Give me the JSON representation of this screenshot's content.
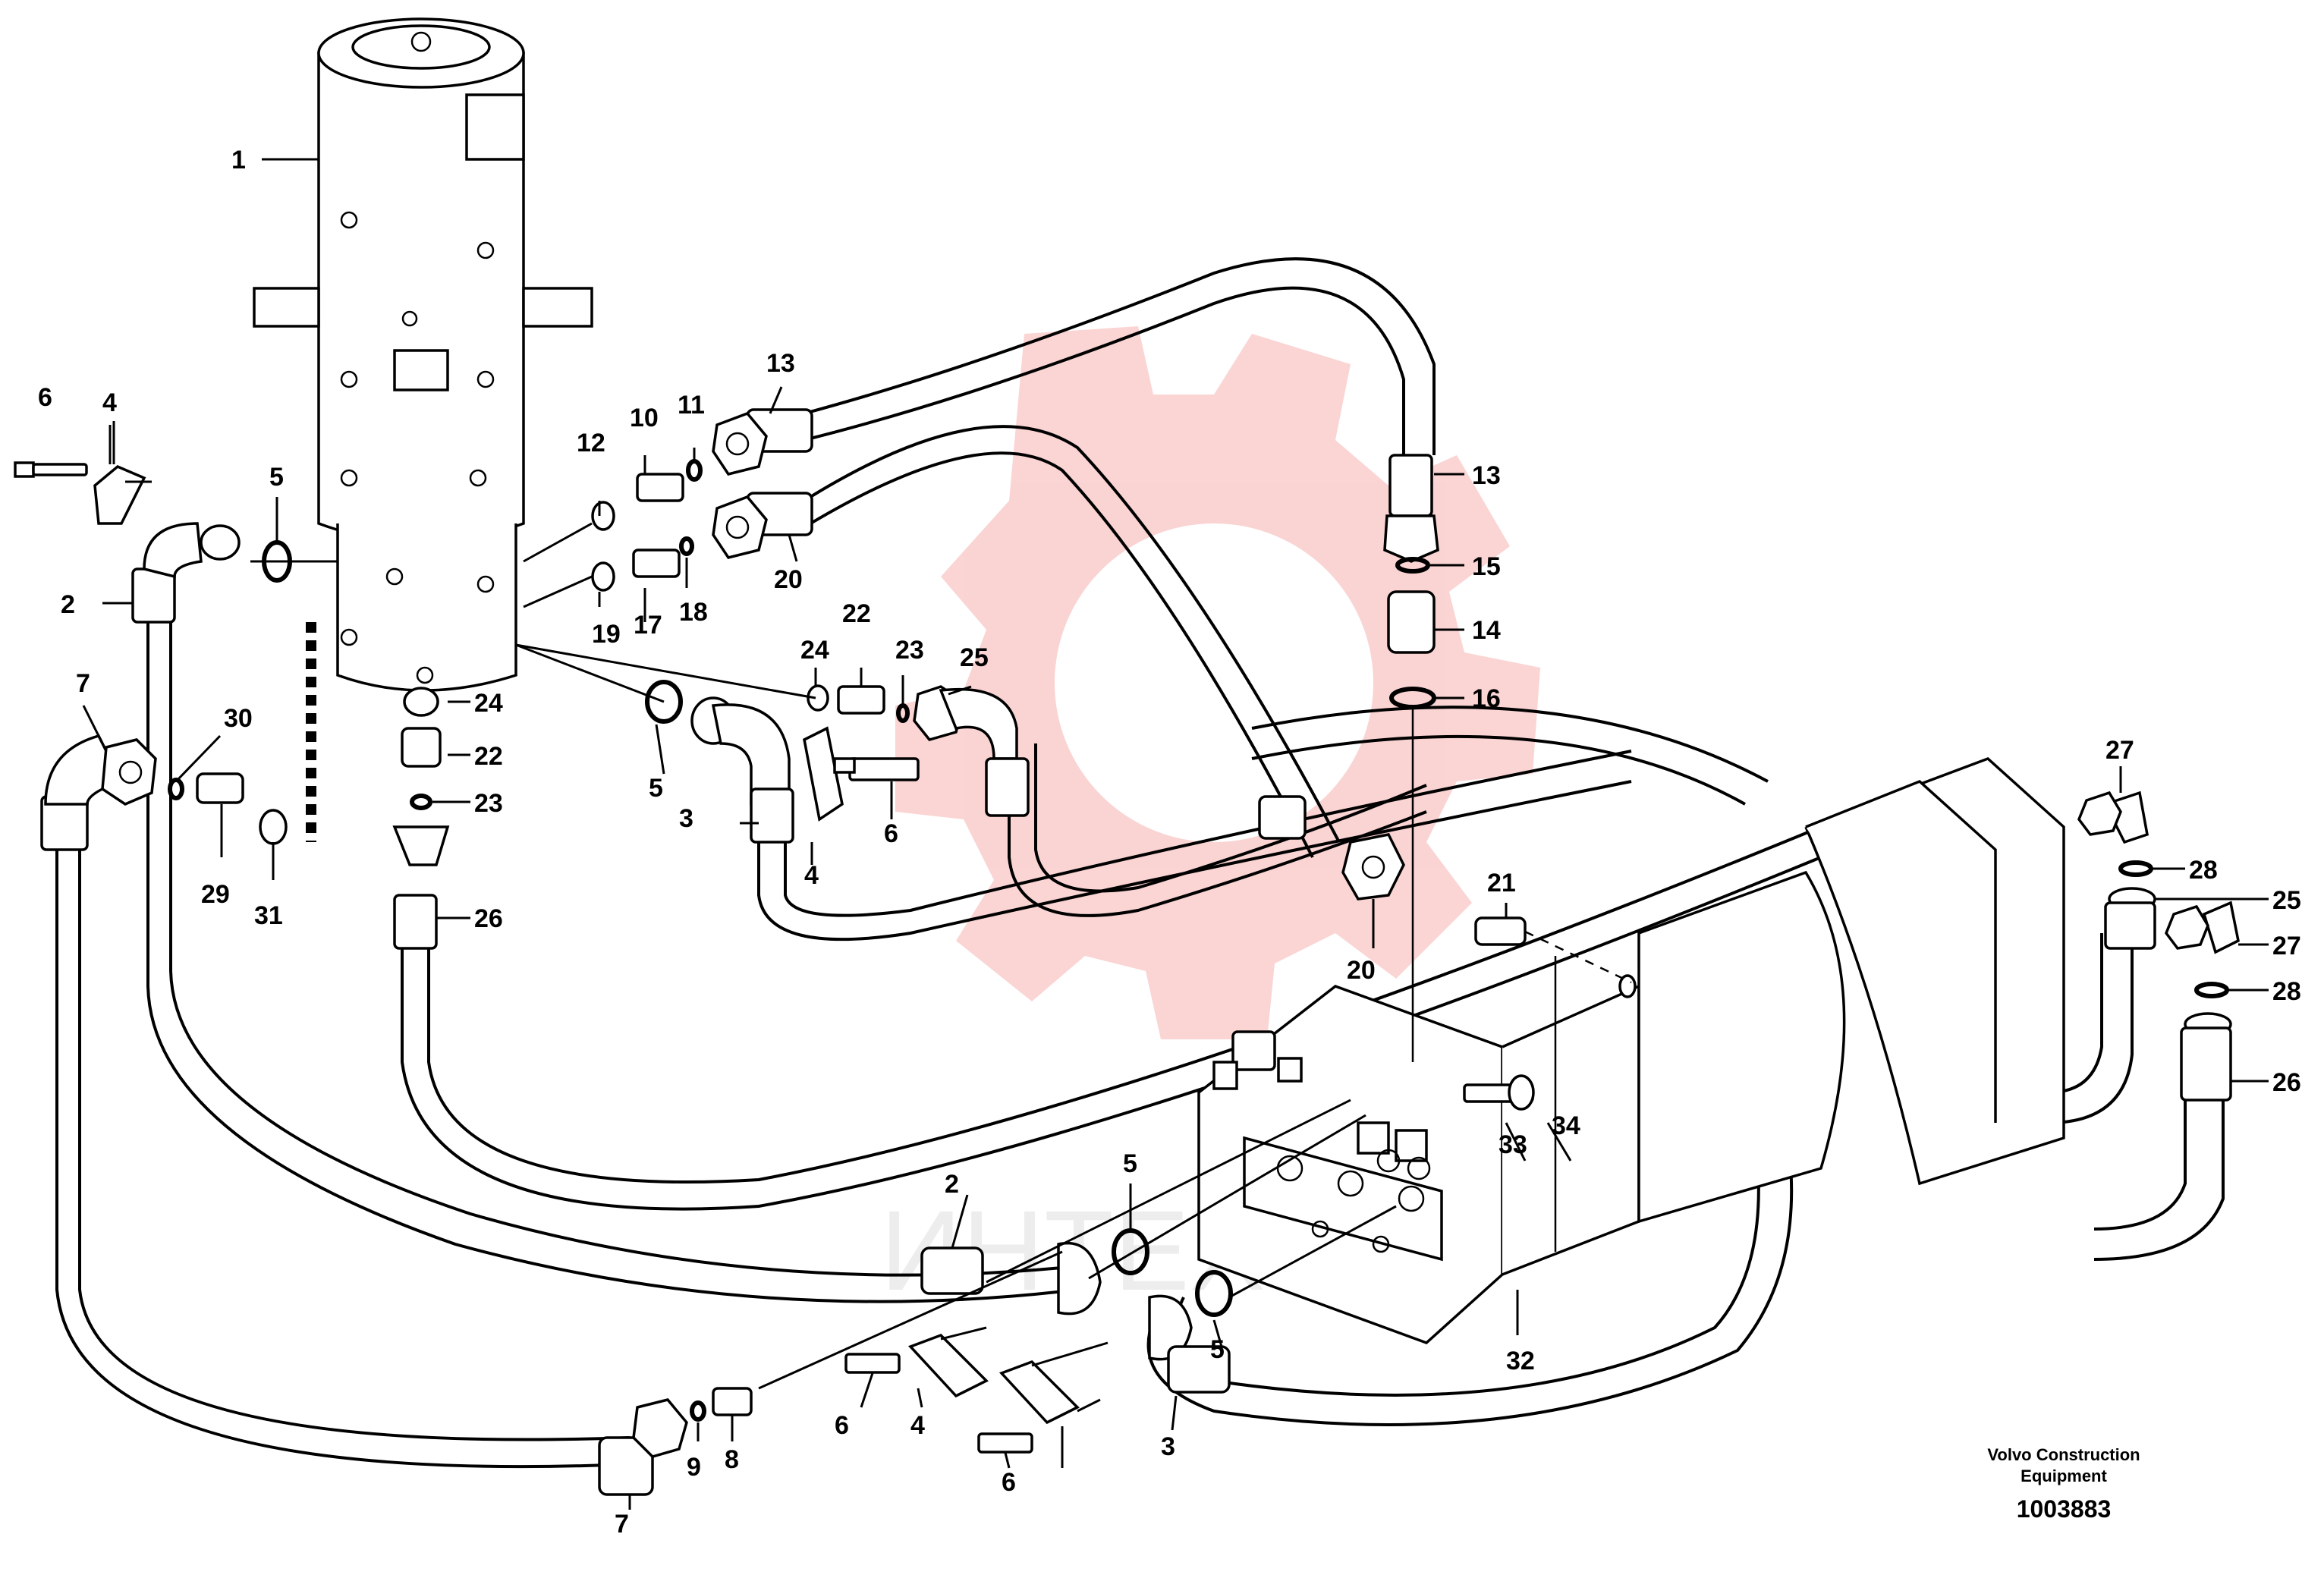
{
  "caption": {
    "brand_line1": "Volvo Construction",
    "brand_line2": "Equipment",
    "doc_number": "1003883"
  },
  "watermark": {
    "text": "ИНТЕХ",
    "color": "#e8403a"
  },
  "callouts": [
    "1",
    "2",
    "2",
    "3",
    "3",
    "4",
    "4",
    "4",
    "5",
    "5",
    "5",
    "5",
    "6",
    "6",
    "6",
    "6",
    "7",
    "7",
    "8",
    "9",
    "10",
    "11",
    "12",
    "13",
    "13",
    "14",
    "15",
    "16",
    "17",
    "18",
    "19",
    "20",
    "20",
    "21",
    "22",
    "22",
    "23",
    "23",
    "24",
    "24",
    "25",
    "25",
    "26",
    "26",
    "27",
    "27",
    "28",
    "28",
    "29",
    "30",
    "31",
    "32",
    "33",
    "34"
  ]
}
